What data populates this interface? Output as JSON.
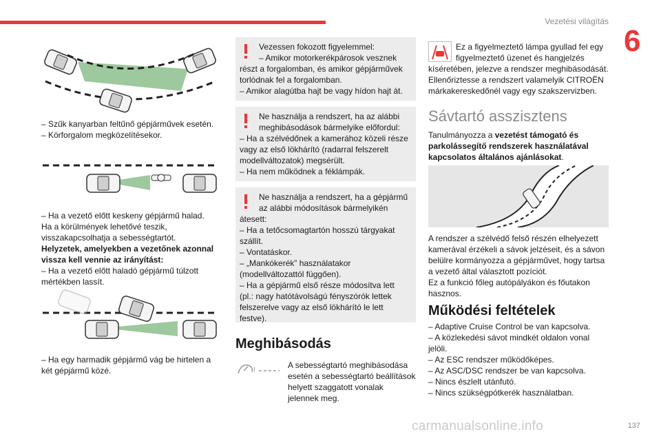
{
  "header": {
    "running_title": "Vezetési világítás",
    "chapter_number": "6",
    "page_number": "137",
    "watermark": "carmanualsonline.info"
  },
  "colors": {
    "accent": "#e8383a",
    "warning_bg": "#ececec",
    "muted": "#8a8a8a"
  },
  "col1": {
    "list1": [
      "– Szűk kanyarban feltűnő gépjárművek esetén.",
      "– Körforgalom megközelítésekor."
    ],
    "p2a": "– Ha a vezető előtt keskeny gépjármű halad.",
    "p2b": "Ha a körülmények lehetővé teszik, visszakapcsolhatja a sebességtartót.",
    "p2c": "Helyzetek, amelyekben a vezetőnek azonnal vissza kell vennie az irányítást:",
    "p2d": "– Ha a vezető előtt haladó gépjármű túlzott mértékben lassít.",
    "p3": "– Ha egy harmadik gépjármű vág be hirtelen a két gépjármű közé."
  },
  "col2": {
    "warn1": {
      "l1": "Vezessen fokozott figyelemmel:",
      "l2": "– Amikor motorkerékpárosok vesznek",
      "rest": "részt a forgalomban, és amikor gépjárművek torlódnak fel a forgalomban.",
      "l3": "– Amikor alagútba hajt be vagy hídon hajt át."
    },
    "warn2": {
      "l1": "Ne használja a rendszert, ha az alábbi",
      "l2": "meghibásodások bármelyike előfordul:",
      "l3": "– Ha a szélvédőnek a kamerához közeli része vagy az első lökhárító (radarral felszerelt modellváltozatok) megsérült.",
      "l4": "– Ha nem működnek a féklámpák."
    },
    "warn3": {
      "l1": "Ne használja a rendszert, ha a gépjármű",
      "l2": "az alábbi módosítások bármelyikén",
      "l3": "átesett:",
      "l4": "– Ha a tetőcsomagtartón hosszú tárgyakat szállít.",
      "l5": "– Vontatáskor.",
      "l6": "– „Mankókerék” használatakor (modellváltozattól függően).",
      "l7": "– Ha a gépjármű első része módosítva lett (pl.: nagy hatótávolságú fényszórók lettek felszerelve vagy az első lökhárító le lett festve)."
    },
    "fault_heading": "Meghibásodás",
    "fault_text": "A sebességtartó meghibásodása esetén a sebességtartó beállítások helyett szaggatott vonalak jelennek meg."
  },
  "col3": {
    "lamp_text_a": "Ez a figyelmeztető lámpa gyullad fel egy",
    "lamp_text_b": "figyelmeztető üzenet és hangjelzés",
    "lamp_rest": "kíséretében, jelezve a rendszer meghibásodását. Ellenőriztesse a rendszert valamelyik CITROËN márkakereskedőnél vagy egy szakszervizben.",
    "lane_heading": "Sávtartó asszisztens",
    "lane_intro_a": "Tanulmányozza a ",
    "lane_intro_b": "vezetést támogató és parkolássegítő rendszerek használatával kapcsolatos általános ajánlásokat",
    "lane_intro_c": ".",
    "lane_desc": "A rendszer a szélvédő felső részén elhelyezett kamerával érzékeli a sávok jelzéseit, és a sávon belülre kormányozza a gépjárművet, hogy tartsa a vezető által választott pozíciót.",
    "lane_desc2": "Ez a funkció főleg autópályákon és főutakon hasznos.",
    "op_heading": "Működési feltételek",
    "conditions": [
      "– Adaptive Cruise Control be van kapcsolva.",
      "– A közlekedési sávot mindkét oldalon vonal jelöli.",
      "– Az ESC rendszer működőképes.",
      "– Az ASC/DSC rendszer be van kapcsolva.",
      "– Nincs észlelt utánfutó.",
      "– Nincs szükségpótkerék használatban."
    ]
  }
}
